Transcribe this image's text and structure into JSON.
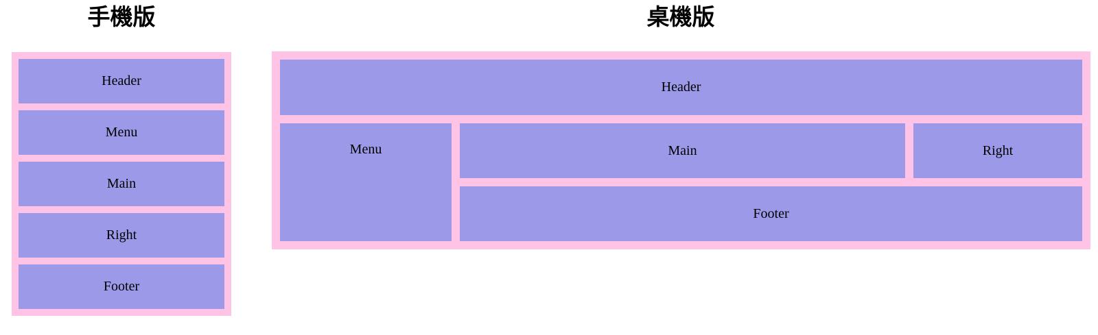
{
  "colors": {
    "pink": "#ffc3e6",
    "purple": "#9b99e8",
    "text": "#000000"
  },
  "mobile": {
    "title": "手機版",
    "boxes": [
      {
        "label": "Header"
      },
      {
        "label": "Menu"
      },
      {
        "label": "Main"
      },
      {
        "label": "Right"
      },
      {
        "label": "Footer"
      }
    ]
  },
  "desktop": {
    "title": "桌機版",
    "boxes": {
      "header": "Header",
      "menu": "Menu",
      "main": "Main",
      "right": "Right",
      "footer": "Footer"
    }
  }
}
